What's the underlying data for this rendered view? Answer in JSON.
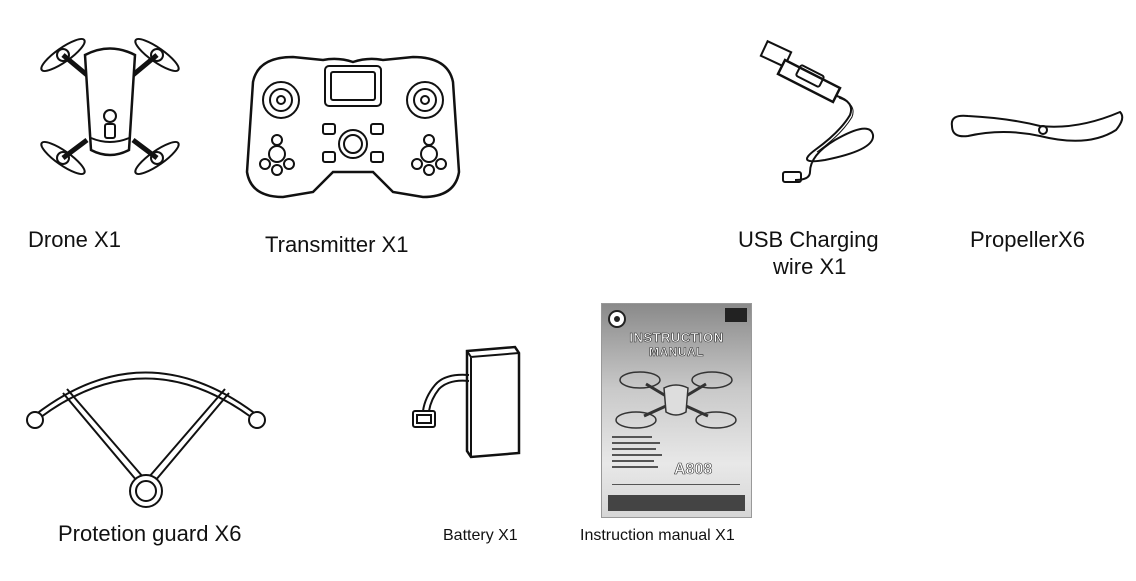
{
  "items": {
    "drone": {
      "label": "Drone X1"
    },
    "transmitter": {
      "label": "Transmitter X1"
    },
    "usb": {
      "label_line1": "USB Charging",
      "label_line2": "wire X1"
    },
    "propeller": {
      "label": "PropellerX6"
    },
    "guard": {
      "label": "Protetion guard  X6"
    },
    "battery": {
      "label": "Battery X1"
    },
    "manual": {
      "label": "Instruction manual X1",
      "cover_title_1": "INSTRUCTION",
      "cover_title_2": "MANUAL",
      "cover_model": "A808"
    }
  },
  "icons": {
    "drone": "drone-icon",
    "transmitter": "transmitter-icon",
    "usb": "usb-cable-icon",
    "propeller": "propeller-icon",
    "guard": "propeller-guard-icon",
    "battery": "battery-icon",
    "manual": "manual-booklet-icon"
  }
}
